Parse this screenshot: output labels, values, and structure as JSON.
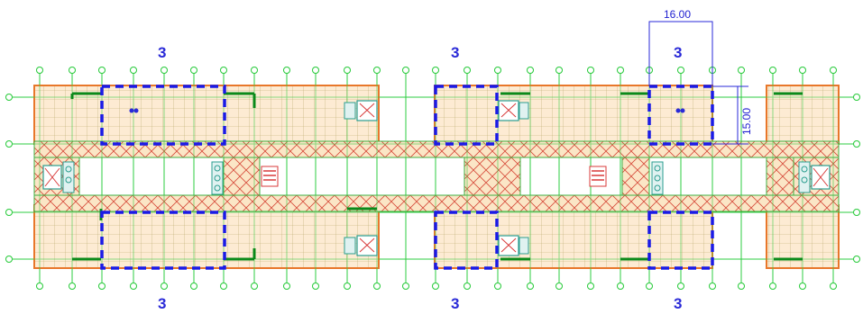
{
  "labels": {
    "top": [
      "3",
      "3",
      "3"
    ],
    "bottom": [
      "3",
      "3",
      "3"
    ]
  },
  "dimensions": {
    "width": "16.00",
    "height": "15.00"
  },
  "colors": {
    "grid": "#2ecc40",
    "slab": "#fde7c9",
    "slab_edge": "#e8772a",
    "beam": "#c8b46a",
    "wall": "#0a8a1a",
    "zone_dash": "#1a1ae6",
    "dim_line": "#2a2ad8",
    "brace": "#d83a3a"
  },
  "icons": [
    "stair-icon",
    "elevator-icon",
    "toilet-icon"
  ]
}
